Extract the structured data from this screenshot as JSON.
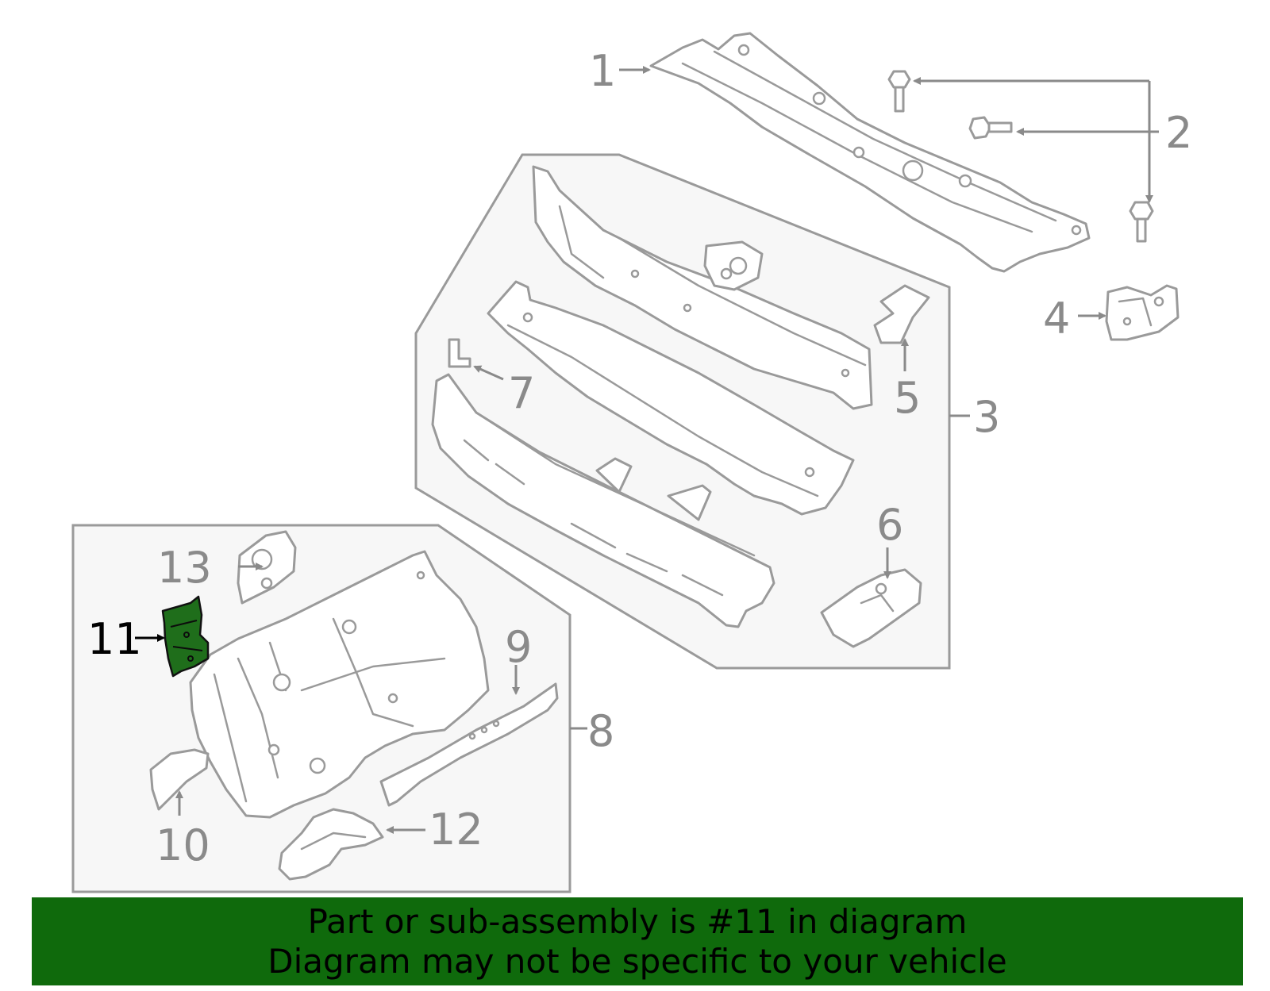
{
  "callouts": {
    "c1": "1",
    "c2": "2",
    "c3": "3",
    "c4": "4",
    "c5": "5",
    "c6": "6",
    "c7": "7",
    "c8": "8",
    "c9": "9",
    "c10": "10",
    "c11": "11",
    "c12": "12",
    "c13": "13"
  },
  "highlight": {
    "part_number": "11",
    "color": "#1f6e1b"
  },
  "banner": {
    "line1": "Part or sub-assembly is #11 in diagram",
    "line2": "Diagram may not be specific to your vehicle",
    "color": "#0f6a0c"
  }
}
